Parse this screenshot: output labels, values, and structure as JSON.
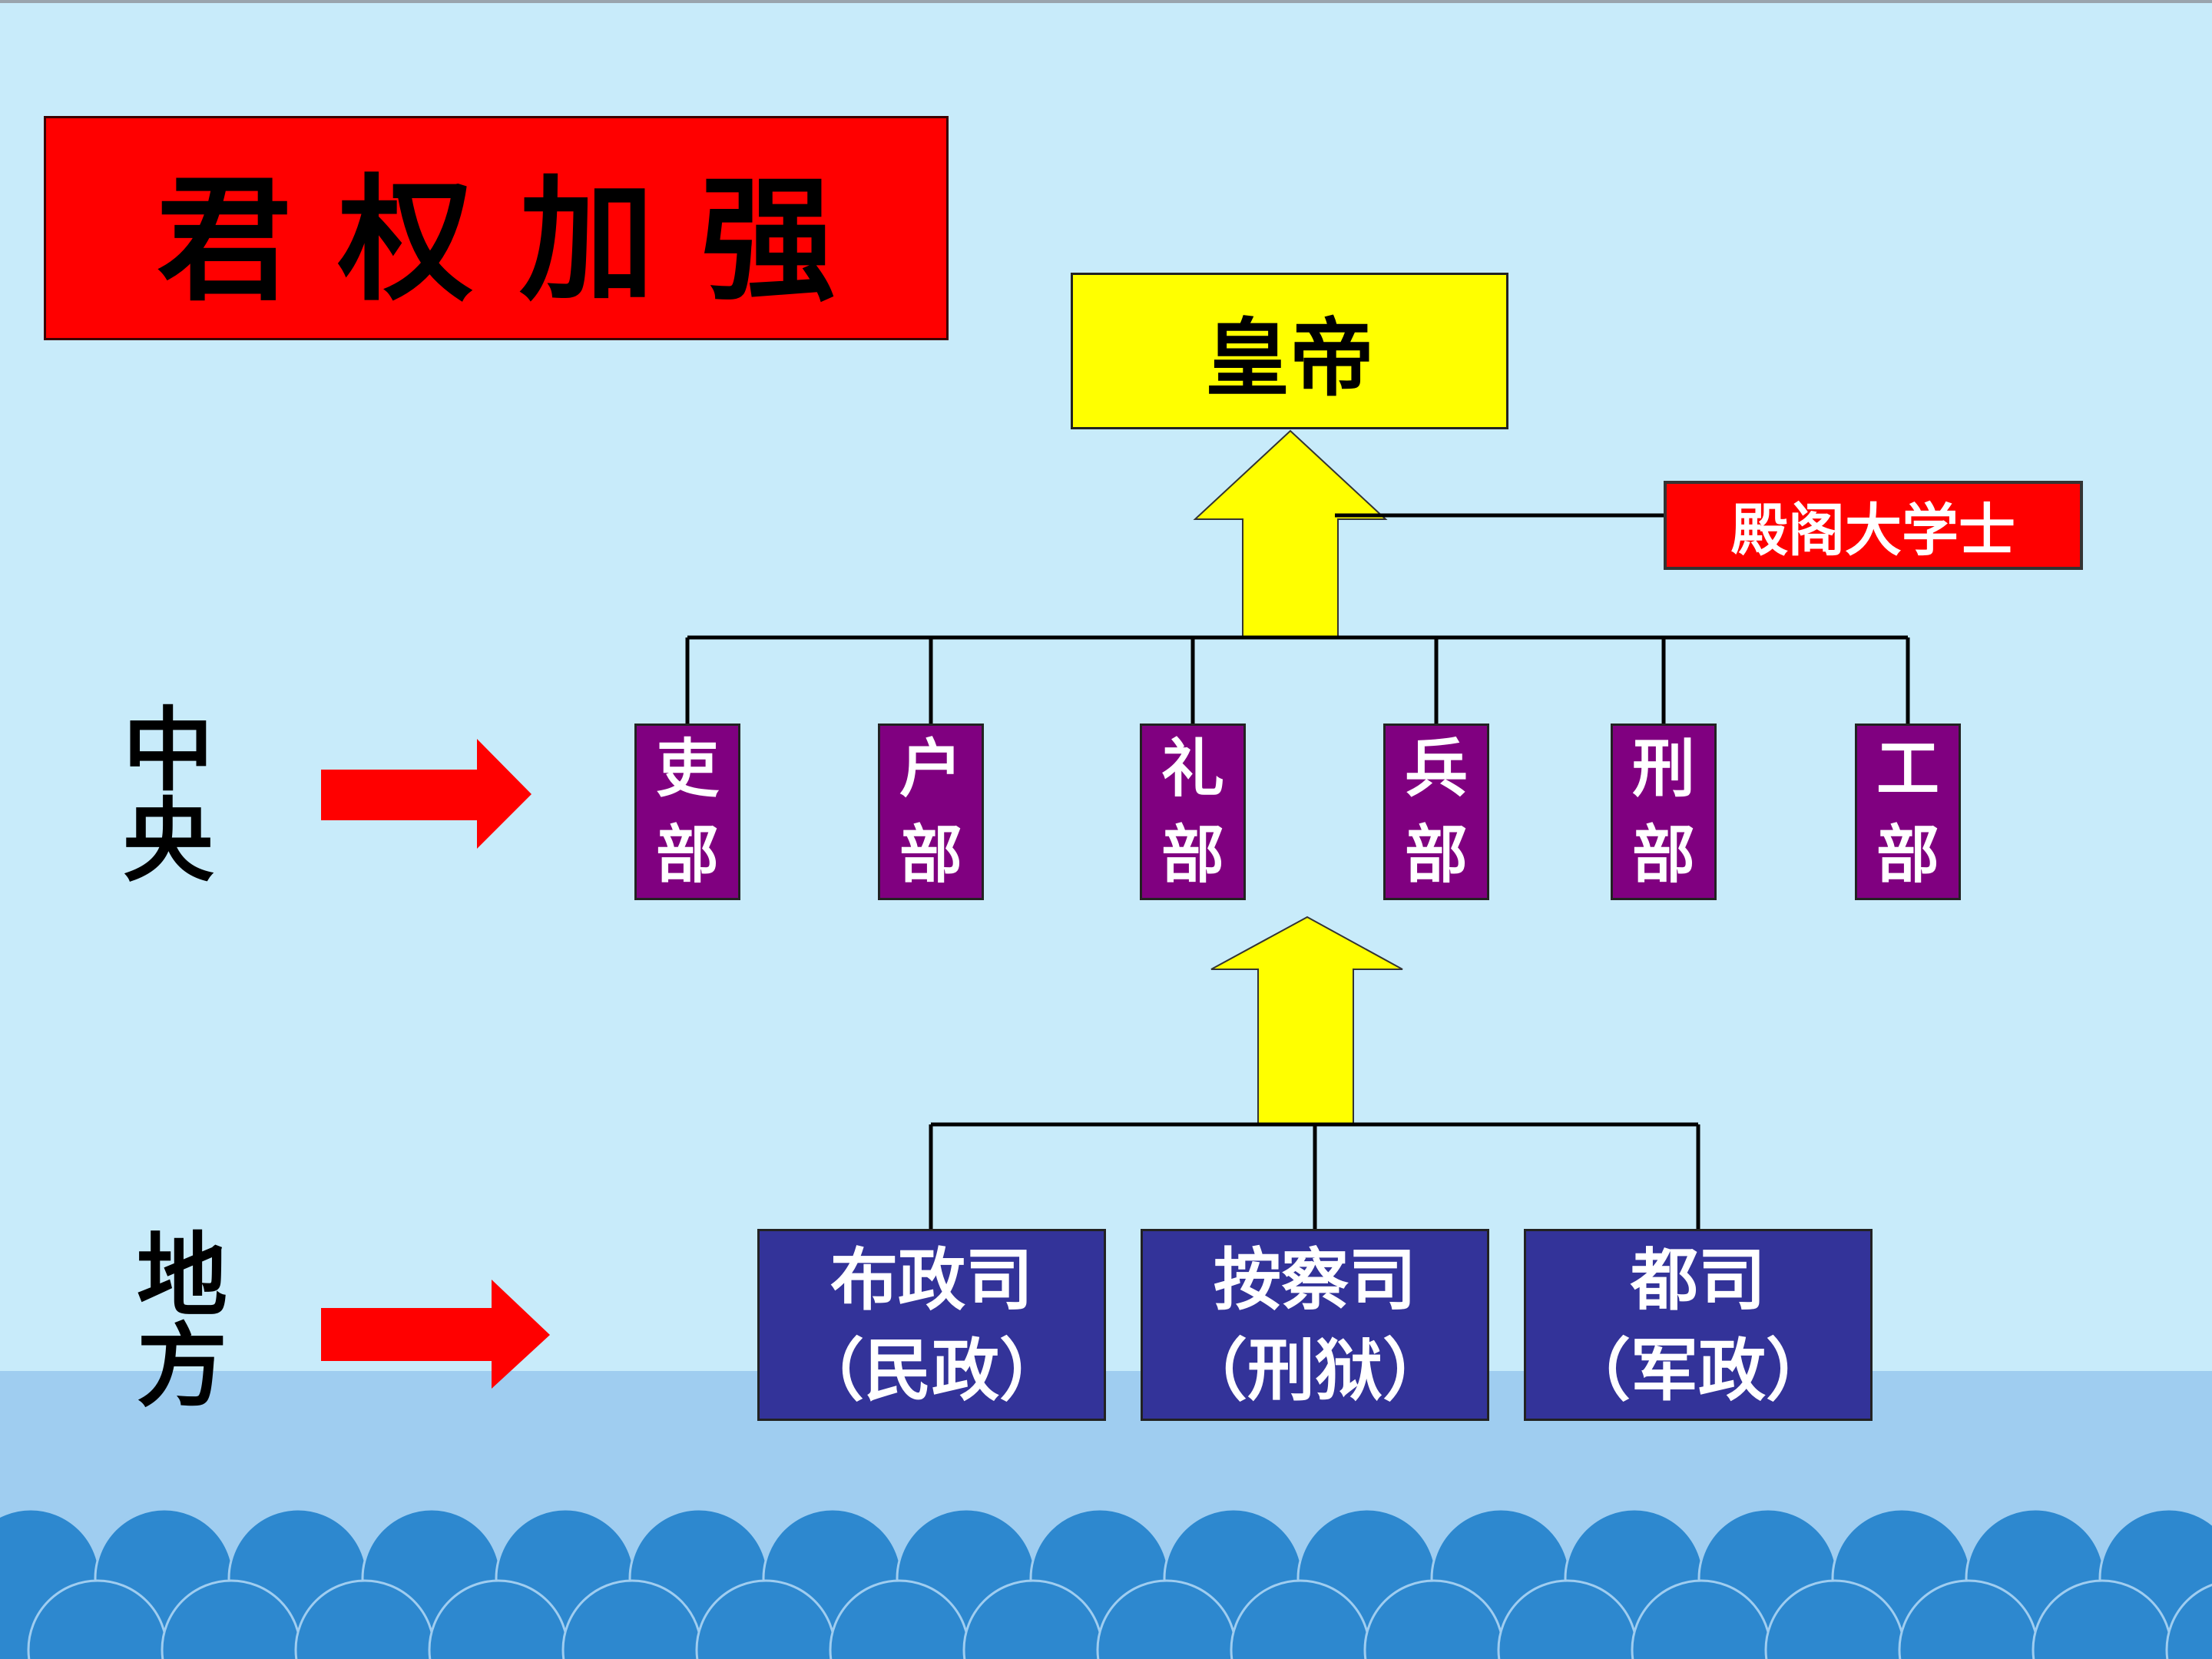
{
  "colors": {
    "background": "#c8ebfa",
    "title_fill": "#ff0000",
    "emperor_fill": "#ffff00",
    "grand_secretary_fill": "#ff0000",
    "ministry_fill": "#800080",
    "local_fill": "#333399",
    "arrow_yellow": "#ffff00",
    "arrow_red": "#ff0000",
    "wave_dark": "#2d88cf",
    "wave_light": "#9fcdf0"
  },
  "title": "君权加强",
  "emperor": "皇帝",
  "grand_secretary": "殿阁大学士",
  "levels": {
    "central": {
      "char1": "中",
      "char2": "央"
    },
    "local": {
      "char1": "地",
      "char2": "方"
    }
  },
  "ministries": [
    {
      "line1": "吏",
      "line2": "部"
    },
    {
      "line1": "户",
      "line2": "部"
    },
    {
      "line1": "礼",
      "line2": "部"
    },
    {
      "line1": "兵",
      "line2": "部"
    },
    {
      "line1": "刑",
      "line2": "部"
    },
    {
      "line1": "工",
      "line2": "部"
    }
  ],
  "local_offices": [
    {
      "name": "布政司",
      "role": "（民政）"
    },
    {
      "name": "按察司",
      "role": "（刑狱）"
    },
    {
      "name": "都司",
      "role": "（军政）"
    }
  ],
  "icons": {
    "arrow_up": "block-arrow-up-icon",
    "arrow_right": "block-arrow-right-icon",
    "waves": "scallop-wave-decoration"
  }
}
